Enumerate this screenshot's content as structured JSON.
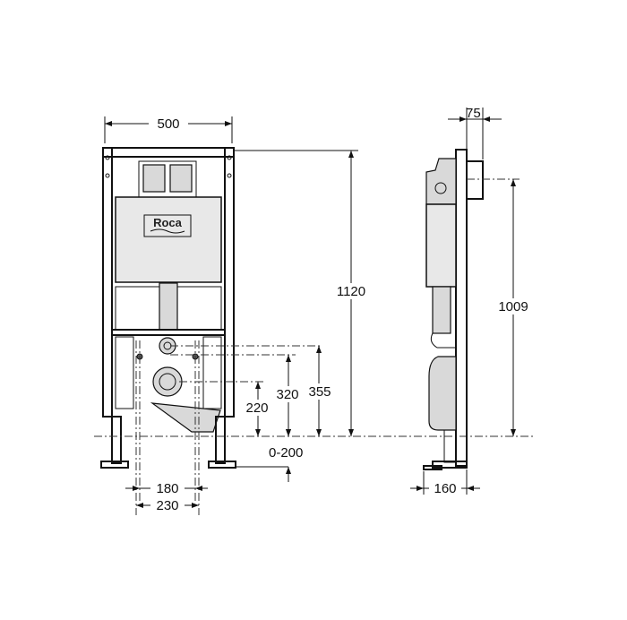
{
  "logo": {
    "text": "Roca"
  },
  "dimensions": {
    "width_frame": "500",
    "height_total": "1120",
    "h355": "355",
    "h320": "320",
    "h220": "220",
    "floor_range": "0-200",
    "spacing_180": "180",
    "spacing_230": "230",
    "depth_75": "75",
    "height_1009": "1009",
    "depth_160": "160"
  }
}
